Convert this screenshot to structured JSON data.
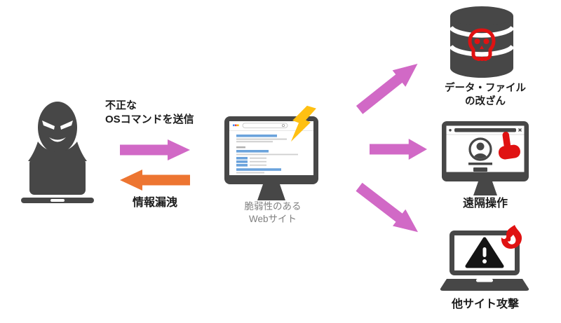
{
  "colors": {
    "dark": "#474747",
    "red": "#e01212",
    "pink": "#d169c6",
    "orange": "#ed7531",
    "yellow": "#ffc012",
    "blue": "#6ba3dc",
    "lgray": "#cfcfcf",
    "mgray": "#b0b0b0",
    "text_black": "#1c1c1c",
    "text_gray": "#7f7f7f"
  },
  "attacker": {
    "icon": "hacker-laptop-icon",
    "command_label": [
      "不正な",
      "OSコマンドを送信"
    ],
    "leak_label": "情報漏洩"
  },
  "website": {
    "icon": "vulnerable-website-monitor-icon",
    "bolt_icon": "lightning-bolt-icon",
    "label": [
      "脆弱性のある",
      "Webサイト"
    ]
  },
  "outcomes": {
    "tampering": {
      "icon": "database-skull-icon",
      "label": [
        "データ・ファイル",
        "の改ざん"
      ]
    },
    "remote": {
      "icon": "remote-control-monitor-icon",
      "label": "遠隔操作"
    },
    "attack": {
      "icon": "burning-laptop-icon",
      "label": "他サイト攻撃"
    }
  },
  "arrows": {
    "to_site": "malicious-command-arrow",
    "from_site": "information-leak-arrow",
    "to_tampering": "arrow-to-data-tampering",
    "to_remote": "arrow-to-remote-control",
    "to_attack": "arrow-to-other-site-attack"
  }
}
